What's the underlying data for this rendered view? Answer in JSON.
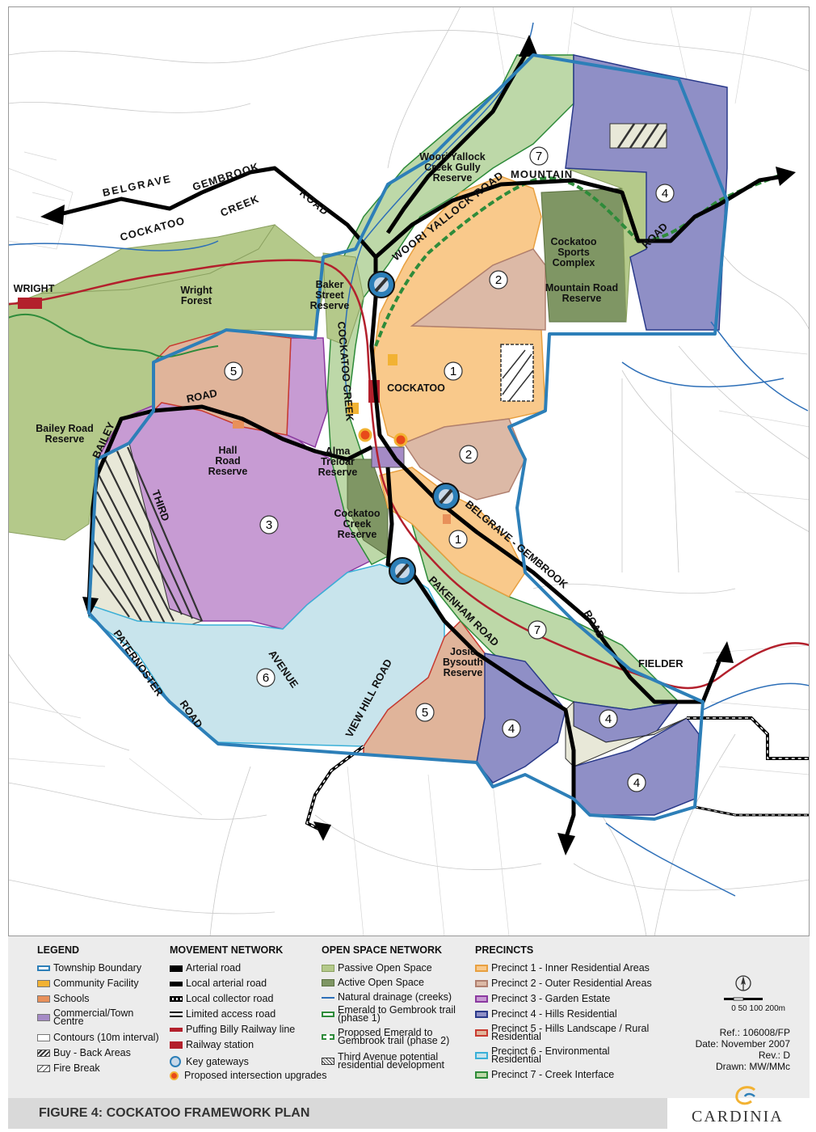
{
  "map": {
    "roads": [
      "BELGRAVE",
      "GEMBROOK",
      "ROAD",
      "COCKATOO",
      "CREEK",
      "WOORI YALLOCK ROAD",
      "MOUNTAIN",
      "ROAD",
      "ROAD",
      "BAILEY",
      "THIRD",
      "AVENUE",
      "PATERNOSTER",
      "ROAD",
      "VIEW HILL ROAD",
      "PAKENHAM ROAD",
      "BELGRAVE - GEMBROOK",
      "ROAD",
      "FIELDER",
      "COCKATOO CREEK"
    ],
    "places": {
      "wright": "WRIGHT",
      "wright_forest": [
        "Wright",
        "Forest"
      ],
      "baker": [
        "Baker",
        "Street",
        "Reserve"
      ],
      "woori": [
        "Woori Yallock",
        "Creek Gully",
        "Reserve"
      ],
      "sports": [
        "Cockatoo",
        "Sports",
        "Complex"
      ],
      "mountain_reserve": [
        "Mountain Road",
        "Reserve"
      ],
      "cockatoo": "COCKATOO",
      "bailey_reserve": [
        "Bailey Road",
        "Reserve"
      ],
      "hall": [
        "Hall",
        "Road",
        "Reserve"
      ],
      "alma": [
        "Alma",
        "Treloar",
        "Reserve"
      ],
      "cc_reserve": [
        "Cockatoo",
        "Creek",
        "Reserve"
      ],
      "josie": [
        "Josie",
        "Bysouth",
        "Reserve"
      ]
    },
    "precinct_labels": [
      "7",
      "4",
      "2",
      "1",
      "5",
      "2",
      "3",
      "1",
      "7",
      "6",
      "5",
      "4",
      "4",
      "4"
    ],
    "colors": {
      "p1": "#f9c98b",
      "p2": "#dcb9a6",
      "p3": "#c79bd3",
      "p4": "#8f8fc6",
      "p5": "#e0b49a",
      "p6": "#c8e4ec",
      "p7": "#bdd8a8",
      "passive": "#b4c98a",
      "active": "#7f9664",
      "boundary": "#2d7fb8",
      "rail": "#b3202c",
      "trail": "#2e8b3a"
    }
  },
  "legend": {
    "legend_title": "LEGEND",
    "legend_items": [
      {
        "label": "Township Boundary",
        "icon": "boundary-line"
      },
      {
        "label": "Community Facility",
        "icon": "swatch",
        "color": "#f2b233"
      },
      {
        "label": "Schools",
        "icon": "swatch",
        "color": "#e8905a"
      },
      {
        "label": "Commercial/Town Centre",
        "lines": [
          "Commercial/Town",
          "Centre"
        ],
        "icon": "swatch",
        "color": "#a58bc6"
      },
      {
        "label": "Contours (10m interval)",
        "icon": "contour"
      },
      {
        "label": "Buy - Back Areas",
        "icon": "hatch"
      },
      {
        "label": "Fire Break",
        "icon": "hatch-white"
      }
    ],
    "movement_title": "MOVEMENT NETWORK",
    "movement_items": [
      "Arterial road",
      "Local arterial road",
      "Local collector road",
      "Limited access road",
      "Puffing Billy Railway line",
      "Railway station",
      "Key gateways",
      "Proposed intersection upgrades"
    ],
    "open_title": "OPEN SPACE NETWORK",
    "open_items": [
      {
        "label": "Passive Open Space"
      },
      {
        "label": "Active Open Space"
      },
      {
        "label": "Natural drainage (creeks)"
      },
      {
        "lines": [
          "Emerald to Gembrook trail",
          "(phase 1)"
        ]
      },
      {
        "lines": [
          "Proposed Emerald to",
          "Gembrook trail (phase 2)"
        ]
      },
      {
        "lines": [
          "Third Avenue potential",
          "residential development"
        ]
      }
    ],
    "precincts_title": "PRECINCTS",
    "precinct_items": [
      {
        "lines": [
          "Precinct 1 - Inner Residential Areas"
        ],
        "color": "#f9c98b",
        "border": "#e8a040"
      },
      {
        "lines": [
          "Precinct 2 - Outer Residential Areas"
        ],
        "color": "#dcb9a6",
        "border": "#b08070"
      },
      {
        "lines": [
          "Precinct 3 - Garden Estate"
        ],
        "color": "#c79bd3",
        "border": "#8b3aa0"
      },
      {
        "lines": [
          "Precinct 4 - Hills Residential"
        ],
        "color": "#8f8fc6",
        "border": "#2a3a8a"
      },
      {
        "lines": [
          "Precinct 5 - Hills Landscape / Rural",
          "Residential"
        ],
        "color": "#e0b49a",
        "border": "#c83a30"
      },
      {
        "lines": [
          "Precinct 6 - Environmental",
          "Residential"
        ],
        "color": "#c8e4ec",
        "border": "#3ab0d8"
      },
      {
        "lines": [
          "Precinct 7 - Creek Interface"
        ],
        "color": "#bdd8a8",
        "border": "#2e8b3a"
      }
    ],
    "scale": "0 50 100  200m",
    "ref": "Ref.: 106008/FP",
    "date": "Date: November 2007",
    "rev": "Rev.: D",
    "drawn": "Drawn: MW/MMc"
  },
  "figure_title": "FIGURE 4:  COCKATOO FRAMEWORK PLAN",
  "logo": "CARDINIA"
}
